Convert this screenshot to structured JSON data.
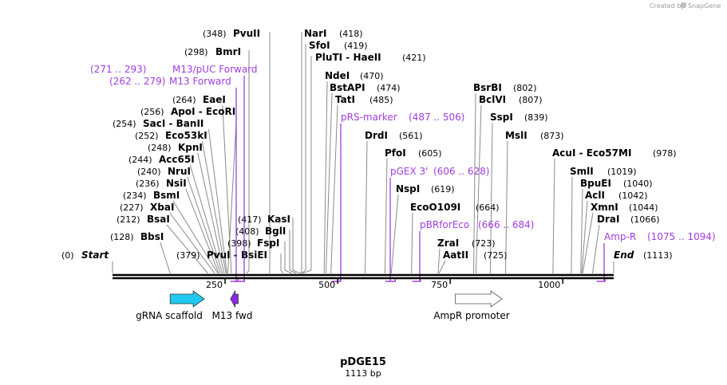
{
  "header": {
    "created_by": "Created by",
    "brand": "SnapGene"
  },
  "plasmid": {
    "name": "pDGE15",
    "length_label": "1113 bp",
    "length": 1113
  },
  "start_marker": {
    "pos_label": "(0)",
    "name": "Start",
    "pos": 0
  },
  "end_marker": {
    "pos_label": "(1113)",
    "name": "End",
    "pos": 1113
  },
  "ruler_ticks": [
    "250",
    "500",
    "750",
    "1000"
  ],
  "sites": [
    {
      "name": "PvuII",
      "pos": 348,
      "pos_label": "(348)"
    },
    {
      "name": "BmrI",
      "pos": 298,
      "pos_label": "(298)"
    },
    {
      "name": "EaeI",
      "pos": 264,
      "pos_label": "(264)"
    },
    {
      "name": "ApoI  - EcoRI",
      "pos": 256,
      "pos_label": "(256)"
    },
    {
      "name": "SacI  - BanII",
      "pos": 254,
      "pos_label": "(254)"
    },
    {
      "name": "Eco53kI",
      "pos": 252,
      "pos_label": "(252)"
    },
    {
      "name": "KpnI",
      "pos": 248,
      "pos_label": "(248)"
    },
    {
      "name": "Acc65I",
      "pos": 244,
      "pos_label": "(244)"
    },
    {
      "name": "NruI",
      "pos": 240,
      "pos_label": "(240)"
    },
    {
      "name": "NsiI",
      "pos": 236,
      "pos_label": "(236)"
    },
    {
      "name": "BsmI",
      "pos": 234,
      "pos_label": "(234)"
    },
    {
      "name": "XbaI",
      "pos": 227,
      "pos_label": "(227)"
    },
    {
      "name": "BsaI",
      "pos": 212,
      "pos_label": "(212)"
    },
    {
      "name": "BbsI",
      "pos": 128,
      "pos_label": "(128)"
    },
    {
      "name": "PvuI  - BsiEI",
      "pos": 379,
      "pos_label": "(379)"
    },
    {
      "name": "KasI",
      "pos": 417,
      "pos_label": "(417)"
    },
    {
      "name": "BglI",
      "pos": 408,
      "pos_label": "(408)"
    },
    {
      "name": "FspI",
      "pos": 398,
      "pos_label": "(398)"
    },
    {
      "name": "NarI",
      "pos": 418,
      "pos_label": "(418)"
    },
    {
      "name": "SfoI",
      "pos": 419,
      "pos_label": "(419)"
    },
    {
      "name": "PluTI  - HaeII",
      "pos": 421,
      "pos_label": "(421)"
    },
    {
      "name": "NdeI",
      "pos": 470,
      "pos_label": "(470)"
    },
    {
      "name": "BstAPI",
      "pos": 474,
      "pos_label": "(474)"
    },
    {
      "name": "TatI",
      "pos": 485,
      "pos_label": "(485)"
    },
    {
      "name": "DrdI",
      "pos": 561,
      "pos_label": "(561)"
    },
    {
      "name": "PfoI",
      "pos": 605,
      "pos_label": "(605)"
    },
    {
      "name": "NspI",
      "pos": 619,
      "pos_label": "(619)"
    },
    {
      "name": "EcoO109I",
      "pos": 664,
      "pos_label": "(664)"
    },
    {
      "name": "ZraI",
      "pos": 723,
      "pos_label": "(723)"
    },
    {
      "name": "AatII",
      "pos": 725,
      "pos_label": "(725)"
    },
    {
      "name": "BsrBI",
      "pos": 802,
      "pos_label": "(802)"
    },
    {
      "name": "BclVI",
      "pos": 807,
      "pos_label": "(807)"
    },
    {
      "name": "SspI",
      "pos": 839,
      "pos_label": "(839)"
    },
    {
      "name": "MslI",
      "pos": 873,
      "pos_label": "(873)"
    },
    {
      "name": "AcuI  - Eco57MI",
      "pos": 978,
      "pos_label": "(978)"
    },
    {
      "name": "SmlI",
      "pos": 1019,
      "pos_label": "(1019)"
    },
    {
      "name": "BpuEI",
      "pos": 1040,
      "pos_label": "(1040)"
    },
    {
      "name": "AclI",
      "pos": 1042,
      "pos_label": "(1042)"
    },
    {
      "name": "XmnI",
      "pos": 1044,
      "pos_label": "(1044)"
    },
    {
      "name": "DraI",
      "pos": 1066,
      "pos_label": "(1066)"
    }
  ],
  "primer_labels": [
    {
      "name": "M13/pUC Forward",
      "range_label": "(271 .. 293)",
      "start": 271,
      "end": 293
    },
    {
      "name": "M13 Forward",
      "range_label": "(262 .. 279)",
      "start": 262,
      "end": 279
    },
    {
      "name": "pRS-marker",
      "range_label": "(487 .. 506)",
      "start": 487,
      "end": 506
    },
    {
      "name": "pGEX 3'",
      "range_label": "(606 .. 628)",
      "start": 606,
      "end": 628
    },
    {
      "name": "pBRforEco",
      "range_label": "(666 .. 684)",
      "start": 666,
      "end": 684
    },
    {
      "name": "Amp-R",
      "range_label": "(1075 .. 1094)",
      "start": 1075,
      "end": 1094
    }
  ],
  "features": [
    {
      "name": "gRNA scaffold",
      "start": 128,
      "end": 204,
      "direction": "forward",
      "color": "#1ec8ee"
    },
    {
      "name": "M13 fwd",
      "start": 262,
      "end": 279,
      "direction": "reverse",
      "color": "#8a2be2"
    },
    {
      "name": "AmpR promoter",
      "start": 761,
      "end": 865,
      "direction": "forward",
      "color": "#ffffff"
    }
  ],
  "colors": {
    "primer": "#a03ce0",
    "connector": "#8a8a8a",
    "backbone": "#000000"
  }
}
